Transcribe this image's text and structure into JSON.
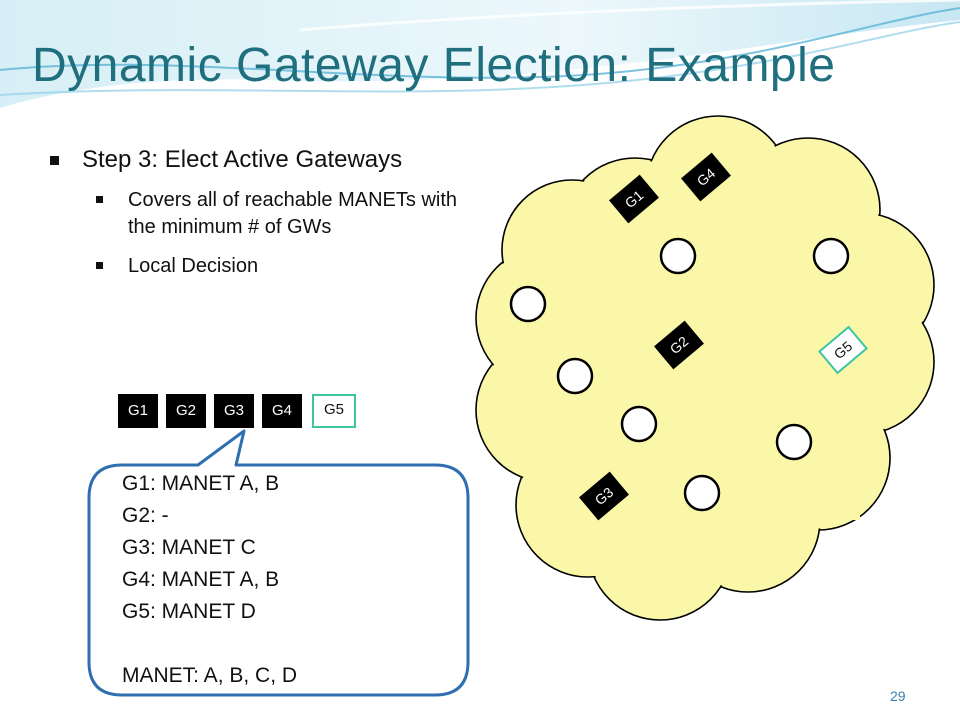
{
  "slide": {
    "title": "Dynamic Gateway Election: Example",
    "page_number": "29"
  },
  "bullets": {
    "main": "Step 3: Elect Active Gateways",
    "sub": [
      "Covers all of reachable MANETs with the minimum # of GWs",
      "Local Decision"
    ]
  },
  "gateway_row": {
    "items": [
      {
        "label": "G1",
        "style": "dark"
      },
      {
        "label": "G2",
        "style": "dark"
      },
      {
        "label": "G3",
        "style": "dark"
      },
      {
        "label": "G4",
        "style": "dark"
      },
      {
        "label": "G5",
        "style": "light"
      }
    ]
  },
  "callout": {
    "lines": [
      "G1: MANET A, B",
      "G2: -",
      "G3: MANET C",
      "G4: MANET A, B",
      "G5: MANET D",
      "",
      "MANET: A, B, C, D"
    ]
  },
  "cloud": {
    "gateway_tags": [
      {
        "label": "G1",
        "style": "dark"
      },
      {
        "label": "G4",
        "style": "dark"
      },
      {
        "label": "G2",
        "style": "dark"
      },
      {
        "label": "G5",
        "style": "light"
      },
      {
        "label": "G3",
        "style": "dark"
      }
    ]
  },
  "colors": {
    "title": "#1f6f7f",
    "cloud_fill": "#fbf7a8",
    "callout_border": "#2f6fb0",
    "g5_border": "#3dc6a0",
    "wave": "#5ab4d6"
  }
}
